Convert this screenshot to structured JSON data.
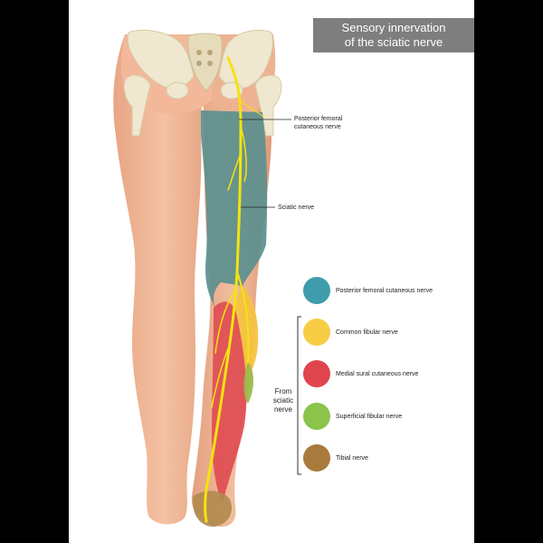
{
  "title": {
    "line1": "Sensory innervation",
    "line2": "of the sciatic nerve"
  },
  "callouts": {
    "posterior_femoral": [
      "Posterior femoral",
      "cutaneous nerve"
    ],
    "sciatic": "Sciatic nerve"
  },
  "legend": [
    {
      "label": "Posterior femoral cutaneous nerve",
      "color": "#3e9cab"
    },
    {
      "label": "Common fibular nerve",
      "color": "#f8cc44"
    },
    {
      "label": "Medial sural cutaneous nerve",
      "color": "#e0454f"
    },
    {
      "label": "Superficial fibular nerve",
      "color": "#8cc34a"
    },
    {
      "label": "Tibial nerve",
      "color": "#a87b3c"
    }
  ],
  "bracket": [
    "From",
    "sciatic",
    "nerve"
  ],
  "colors": {
    "skin": "#f0b593",
    "skin_shade": "#d98f6e",
    "bone": "#ede4c8",
    "nerve": "#f5e500",
    "zone_posterior": "#5b8f8e",
    "title_bg": "#7e7e7e"
  }
}
